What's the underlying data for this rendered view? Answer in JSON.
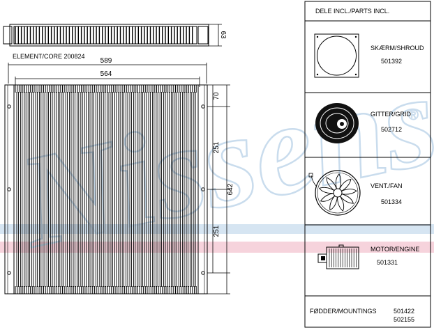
{
  "core": {
    "label": "ELEMENT/CORE 200824"
  },
  "dimensions": {
    "top_depth": "63",
    "width_outer": "589",
    "width_inner": "564",
    "height_top": "70",
    "height_upper": "251",
    "height_total": "642",
    "height_lower": "251"
  },
  "watermark": {
    "text": "Nissens",
    "registered": "®"
  },
  "parts_panel": {
    "title": "DELE INCL./PARTS INCL.",
    "parts": [
      {
        "name": "SKÆRM/SHROUD",
        "number": "501392",
        "icon": "shroud-icon"
      },
      {
        "name": "GITTER/GRID",
        "number": "502712",
        "icon": "grid-icon"
      },
      {
        "name": "VENT./FAN",
        "number": "501334",
        "icon": "fan-icon"
      },
      {
        "name": "MOTOR/ENGINE",
        "number": "501331",
        "icon": "motor-icon"
      }
    ],
    "mountings": {
      "label": "FØDDER/MOUNTINGS",
      "numbers": [
        "501422",
        "502155"
      ]
    }
  },
  "colors": {
    "watermark_blue": "#c9dced",
    "watermark_pink": "#f3c8d3",
    "line": "#000000"
  }
}
